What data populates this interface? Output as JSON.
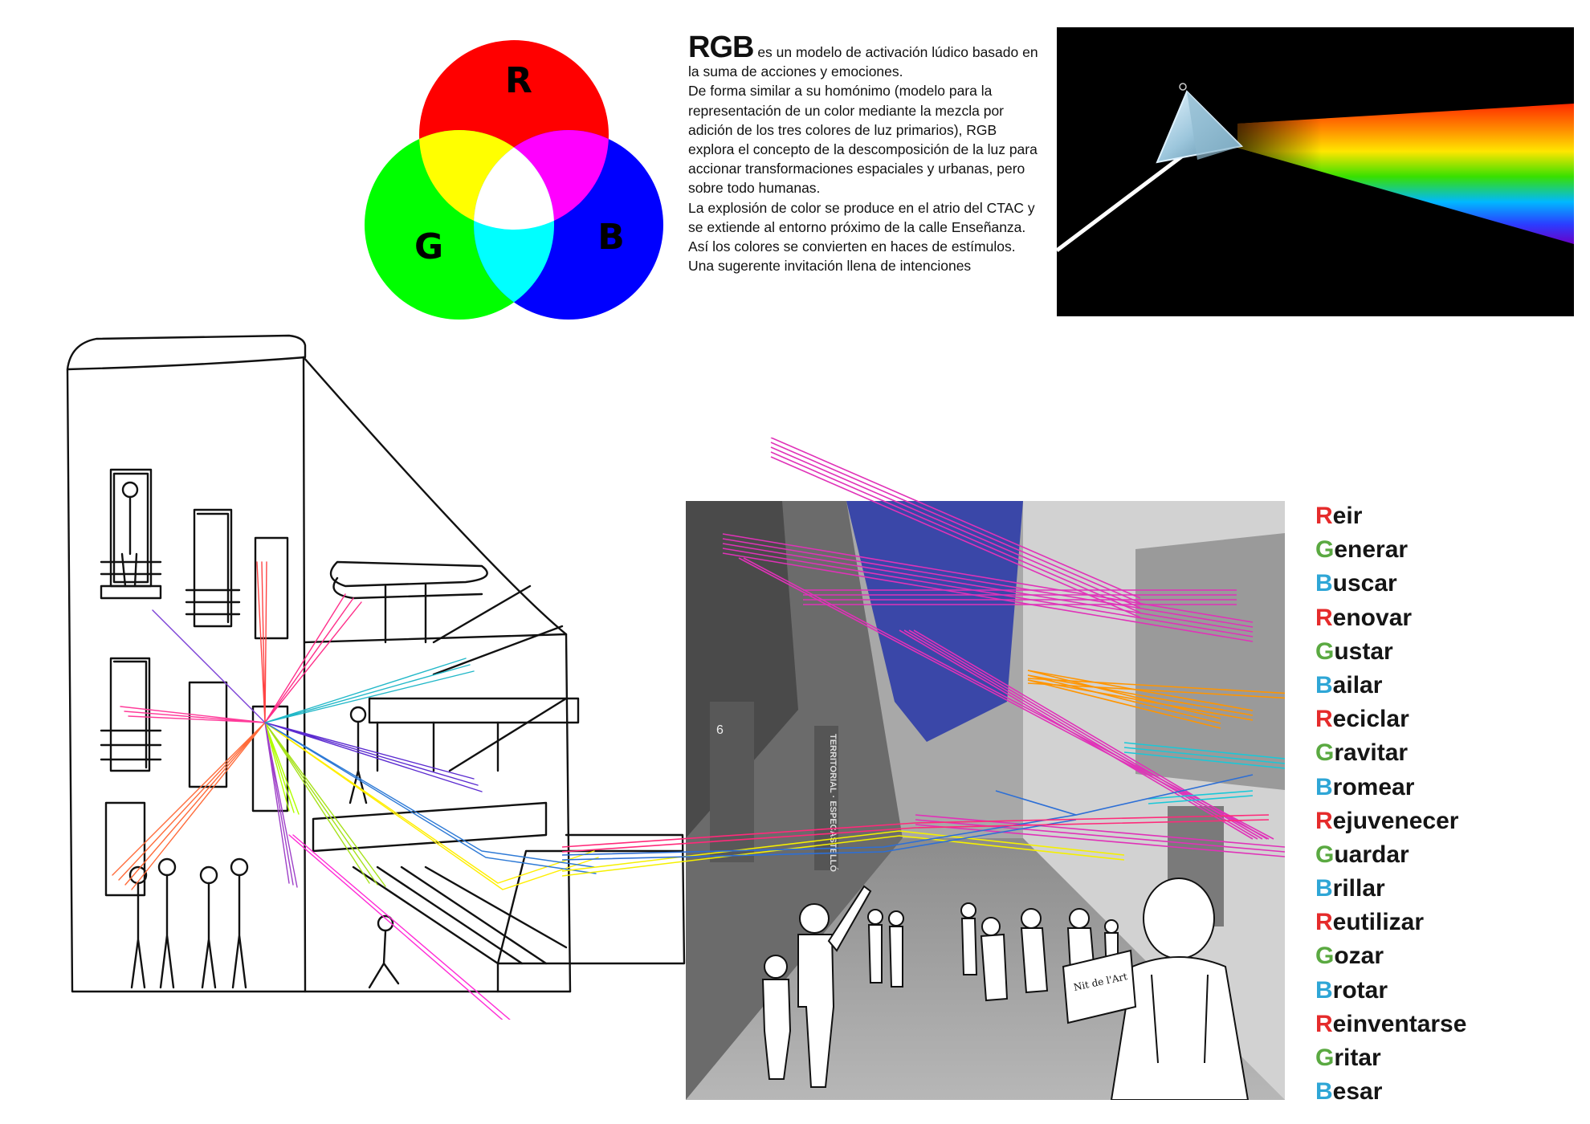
{
  "venn": {
    "labels": [
      "R",
      "G",
      "B"
    ],
    "colors": {
      "red": "#ff0000",
      "green": "#00ff00",
      "blue": "#0000ff",
      "yellow": "#ffff00",
      "magenta": "#ff00ff",
      "cyan": "#00ffff",
      "white": "#ffffff"
    }
  },
  "intro": {
    "heading": "RGB",
    "lead": " es un modelo de activación lúdico basado en la suma de acciones y emociones.",
    "p1": "De forma similar a su homónimo (modelo para la representación de un color mediante la mezcla por adición de los tres colores de luz primarios), RGB explora el concepto de la descomposición de la luz para accionar transformaciones espaciales y urbanas, pero sobre todo humanas.",
    "p2": "La explosión de color se produce en el atrio del CTAC y se extiende al entorno próximo de la calle Enseñanza.",
    "p3": "Así los colores se convierten en haces de estímulos. Una sugerente invitación llena de intenciones"
  },
  "photo": {
    "banner": "TERRITORIAL · ESPECASTELLÓ",
    "door_number": "6",
    "sign": "Nit de l'Art"
  },
  "verbs": [
    {
      "initial": "R",
      "rest": "eir",
      "color": "#e52b2b"
    },
    {
      "initial": "G",
      "rest": "enerar",
      "color": "#5aa941"
    },
    {
      "initial": "B",
      "rest": "uscar",
      "color": "#2ea6d6"
    },
    {
      "initial": "R",
      "rest": "enovar",
      "color": "#e52b2b"
    },
    {
      "initial": "G",
      "rest": "ustar",
      "color": "#5aa941"
    },
    {
      "initial": "B",
      "rest": "ailar",
      "color": "#2ea6d6"
    },
    {
      "initial": "R",
      "rest": "eciclar",
      "color": "#e52b2b"
    },
    {
      "initial": "G",
      "rest": "ravitar",
      "color": "#5aa941"
    },
    {
      "initial": "B",
      "rest": "romear",
      "color": "#2ea6d6"
    },
    {
      "initial": "R",
      "rest": "ejuvenecer",
      "color": "#e52b2b"
    },
    {
      "initial": "G",
      "rest": "uardar",
      "color": "#5aa941"
    },
    {
      "initial": "B",
      "rest": "rillar",
      "color": "#2ea6d6"
    },
    {
      "initial": "R",
      "rest": "eutilizar",
      "color": "#e52b2b"
    },
    {
      "initial": "G",
      "rest": "ozar",
      "color": "#5aa941"
    },
    {
      "initial": "B",
      "rest": "rotar",
      "color": "#2ea6d6"
    },
    {
      "initial": "R",
      "rest": "einventarse",
      "color": "#e52b2b"
    },
    {
      "initial": "G",
      "rest": "ritar",
      "color": "#5aa941"
    },
    {
      "initial": "B",
      "rest": "esar",
      "color": "#2ea6d6"
    }
  ]
}
